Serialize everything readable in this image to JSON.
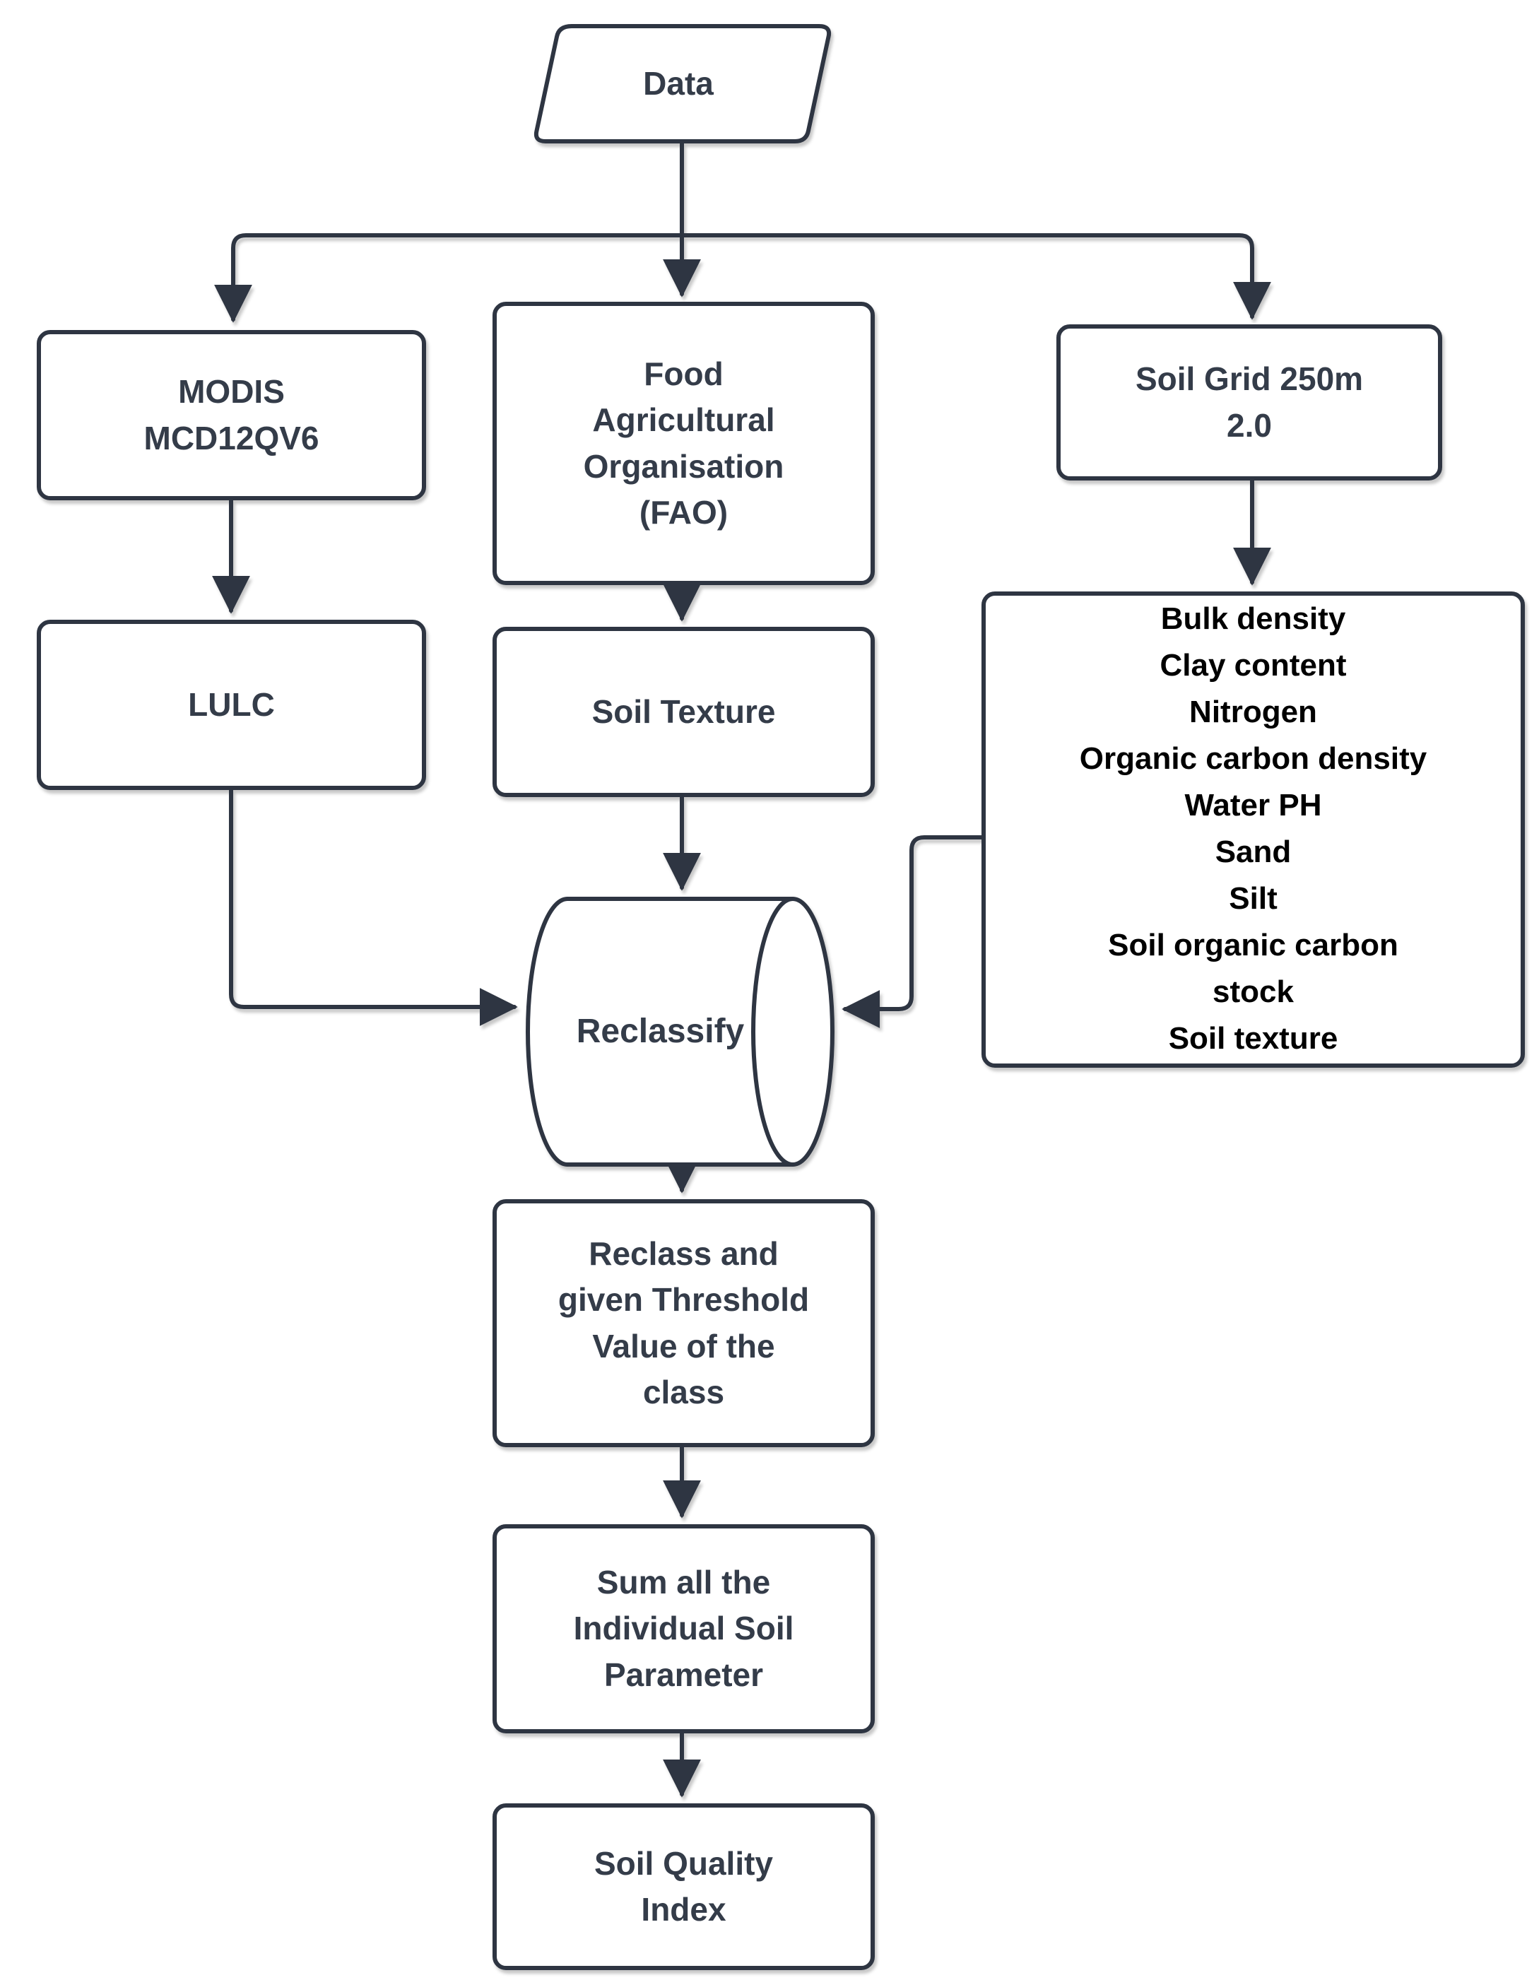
{
  "diagram": {
    "kind": "flowchart",
    "colors": {
      "stroke": "#2E3542",
      "node_text": "#343C49",
      "parameter_text": "#000000",
      "background": "#FFFFFF"
    },
    "nodes": {
      "data": {
        "shape": "parallelogram",
        "label": "Data"
      },
      "modis": {
        "shape": "rounded-rectangle",
        "lines": [
          "MODIS",
          "MCD12QV6"
        ]
      },
      "fao": {
        "shape": "rounded-rectangle",
        "lines": [
          "Food",
          "Agricultural",
          "Organisation",
          "(FAO)"
        ]
      },
      "soil_grid": {
        "shape": "rounded-rectangle",
        "lines": [
          "Soil Grid 250m",
          "2.0"
        ]
      },
      "lulc": {
        "shape": "rounded-rectangle",
        "label": "LULC"
      },
      "soil_texture": {
        "shape": "rounded-rectangle",
        "label": "Soil Texture"
      },
      "soil_parameters": {
        "shape": "rounded-rectangle",
        "items": [
          "Bulk density",
          "Clay content",
          "Nitrogen",
          "Organic carbon density",
          "Water PH",
          "Sand",
          "Silt",
          "Soil organic carbon stock",
          "Soil texture"
        ]
      },
      "reclassify": {
        "shape": "horizontal-cylinder",
        "label": "Reclassify"
      },
      "reclass_threshold": {
        "shape": "rounded-rectangle",
        "lines": [
          "Reclass and",
          "given Threshold",
          "Value of the",
          "class"
        ]
      },
      "sum_parameters": {
        "shape": "rounded-rectangle",
        "lines": [
          "Sum all  the",
          "Individual Soil",
          "Parameter"
        ]
      },
      "soil_quality_index": {
        "shape": "rounded-rectangle",
        "lines": [
          "Soil Quality",
          "Index"
        ]
      }
    },
    "edges": [
      {
        "from": "data",
        "to": "modis"
      },
      {
        "from": "data",
        "to": "fao"
      },
      {
        "from": "data",
        "to": "soil_grid"
      },
      {
        "from": "modis",
        "to": "lulc"
      },
      {
        "from": "fao",
        "to": "soil_texture"
      },
      {
        "from": "soil_grid",
        "to": "soil_parameters"
      },
      {
        "from": "lulc",
        "to": "reclassify"
      },
      {
        "from": "soil_texture",
        "to": "reclassify"
      },
      {
        "from": "soil_parameters",
        "to": "reclassify"
      },
      {
        "from": "reclassify",
        "to": "reclass_threshold"
      },
      {
        "from": "reclass_threshold",
        "to": "sum_parameters"
      },
      {
        "from": "sum_parameters",
        "to": "soil_quality_index"
      }
    ]
  }
}
